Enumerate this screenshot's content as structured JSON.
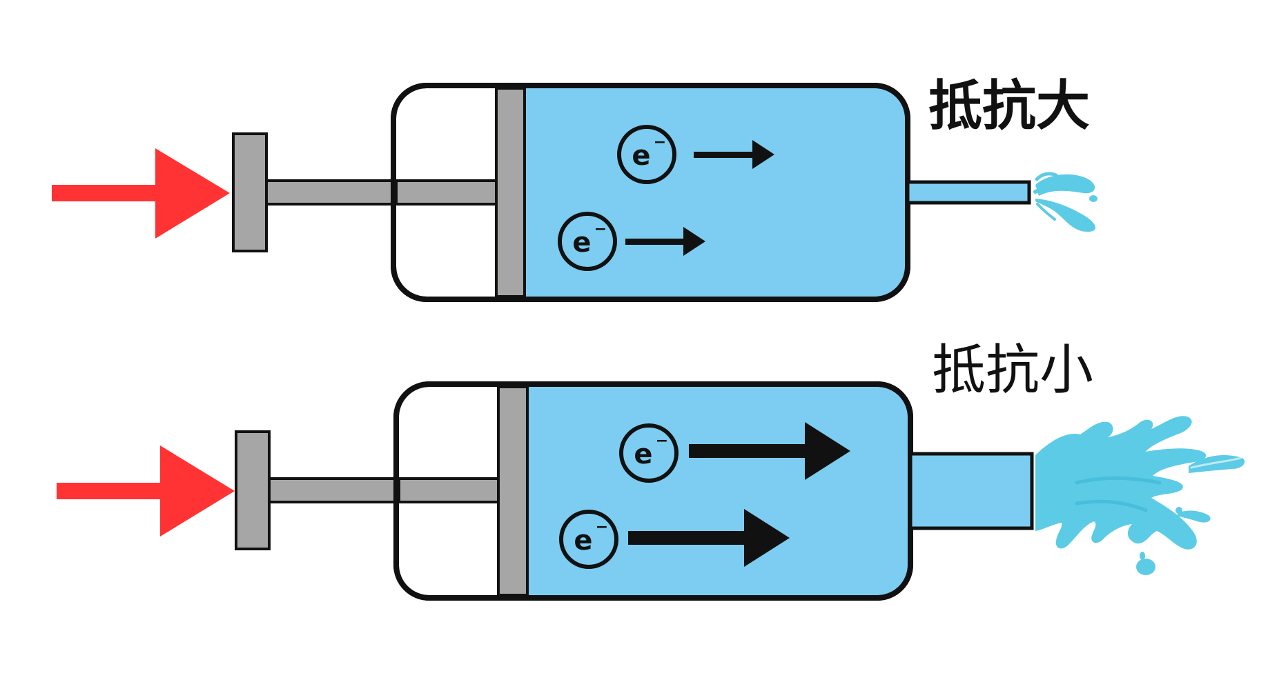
{
  "colors": {
    "water": "#7ccdf1",
    "splash": "#5ccbe6",
    "splash_dark": "#3fb8d6",
    "push_arrow": "#ff3333",
    "plunger": "#a6a6a6",
    "outline": "#111111"
  },
  "syringes": [
    {
      "label": "抵抗大",
      "label_weight": "bold",
      "nozzle": "narrow",
      "flow": "weak",
      "electrons": [
        {
          "symbol": "e",
          "charge": "−"
        },
        {
          "symbol": "e",
          "charge": "−"
        }
      ]
    },
    {
      "label": "抵抗小",
      "label_weight": "normal",
      "nozzle": "wide",
      "flow": "strong",
      "electrons": [
        {
          "symbol": "e",
          "charge": "−"
        },
        {
          "symbol": "e",
          "charge": "−"
        }
      ]
    }
  ]
}
